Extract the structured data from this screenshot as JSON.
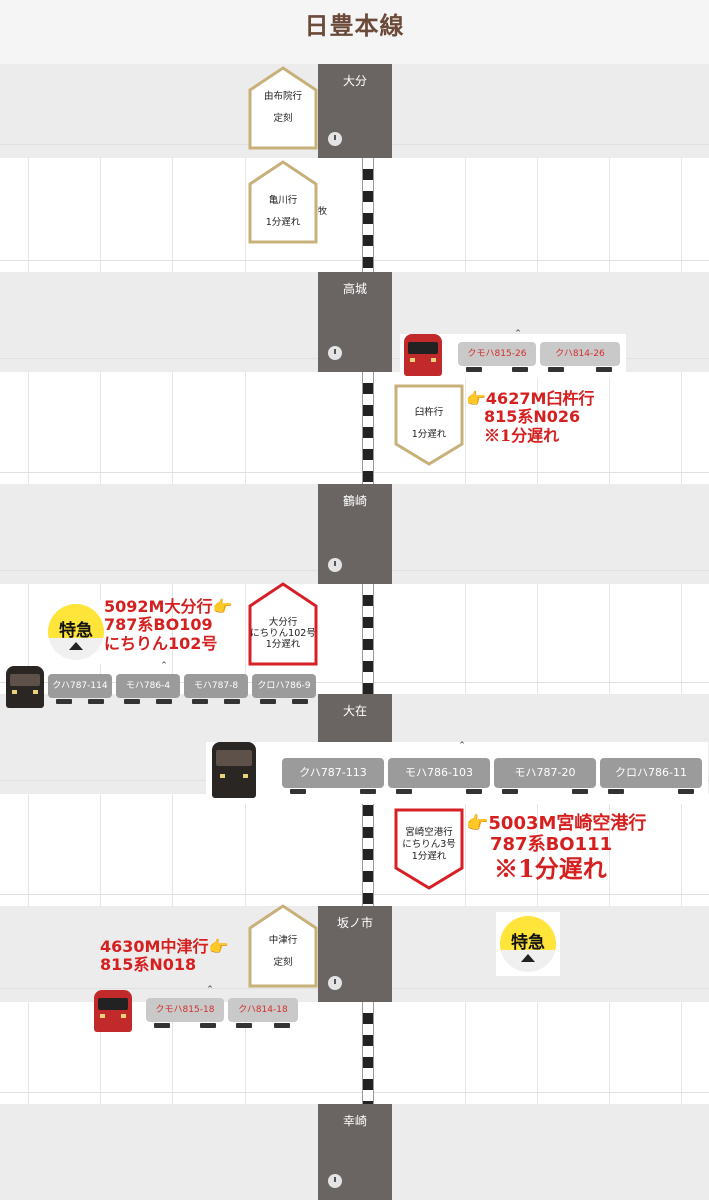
{
  "header": {
    "title": "日豊本線"
  },
  "stations": [
    {
      "name": "大分"
    },
    {
      "name": "高城"
    },
    {
      "name": "鶴崎"
    },
    {
      "name": "大在"
    },
    {
      "name": "坂ノ市"
    },
    {
      "name": "幸崎"
    }
  ],
  "stub_label": "牧",
  "signs": [
    {
      "dest": "由布院行",
      "extra": "",
      "status": "定刻",
      "style": "gold"
    },
    {
      "dest": "亀川行",
      "extra": "",
      "status": "1分遅れ",
      "style": "gold"
    },
    {
      "dest": "臼杵行",
      "extra": "",
      "status": "1分遅れ",
      "style": "gold"
    },
    {
      "dest": "大分行",
      "extra": "にちりん102号",
      "status": "1分遅れ",
      "style": "red"
    },
    {
      "dest": "宮崎空港行",
      "extra": "にちりん3号",
      "status": "1分遅れ",
      "style": "red"
    },
    {
      "dest": "中津行",
      "extra": "",
      "status": "定刻",
      "style": "gold"
    }
  ],
  "trains": [
    {
      "cars": [
        "クモハ815-26",
        "クハ814-26"
      ]
    },
    {
      "cars": [
        "クハ787-114",
        "モハ786-4",
        "モハ787-8",
        "クロハ786-9"
      ]
    },
    {
      "cars": [
        "クハ787-113",
        "モハ786-103",
        "モハ787-20",
        "クロハ786-11"
      ]
    },
    {
      "cars": [
        "クモハ815-18",
        "クハ814-18"
      ]
    }
  ],
  "annotations": [
    {
      "lines": [
        "👉4627M臼杵行",
        "815系N026",
        "※1分遅れ"
      ]
    },
    {
      "lines": [
        "5092M大分行👉",
        "787系BO109",
        "にちりん102号"
      ]
    },
    {
      "lines": [
        "👉5003M宮崎空港行",
        "787系BO111",
        "※1分遅れ"
      ]
    },
    {
      "lines": [
        "4630M中津行👉",
        "815系N018"
      ]
    }
  ],
  "badges": [
    {
      "label": "特急"
    },
    {
      "label": "特急"
    }
  ],
  "colors": {
    "title": "#6b4a3a",
    "station_bg": "#6a6563",
    "sign_gold": "#c8b07a",
    "sign_red": "#d71f26",
    "annotation_red": "#d62020",
    "badge_yellow": "#ffe43a"
  }
}
